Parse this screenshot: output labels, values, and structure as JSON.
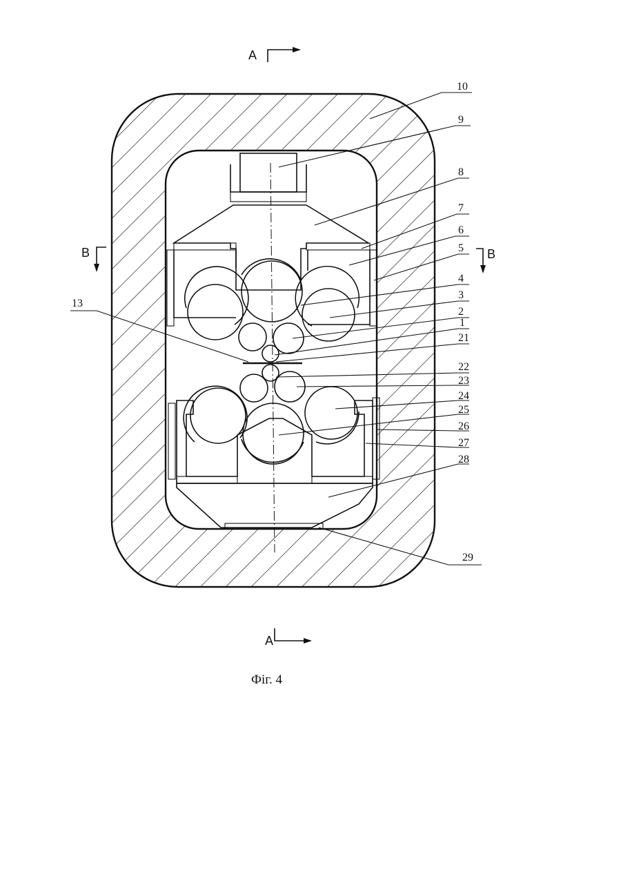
{
  "figure": {
    "caption": "Фіг. 4",
    "section_marks": {
      "top": "A",
      "bottom": "A",
      "left": "B",
      "right": "B"
    },
    "labels": [
      "10",
      "9",
      "8",
      "7",
      "6",
      "5",
      "4",
      "3",
      "2",
      "1",
      "21",
      "22",
      "23",
      "24",
      "25",
      "26",
      "27",
      "28",
      "29",
      "13"
    ]
  }
}
